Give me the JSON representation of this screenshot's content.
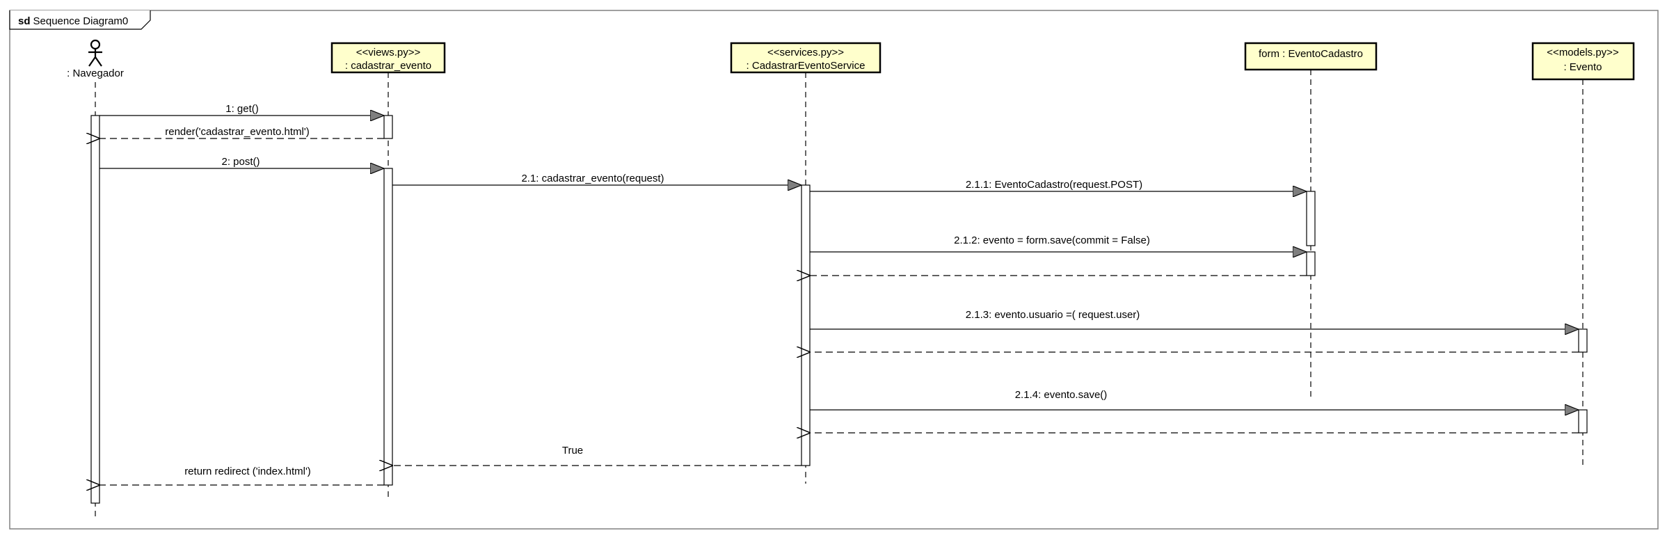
{
  "frame": {
    "keyword": "sd",
    "name": "Sequence Diagram0"
  },
  "actor": {
    "label": ": Navegador"
  },
  "participants": [
    {
      "id": "views",
      "stereotype": "<<views.py>>",
      "name": ": cadastrar_evento"
    },
    {
      "id": "services",
      "stereotype": "<<services.py>>",
      "name": ": CadastrarEventoService"
    },
    {
      "id": "form",
      "stereotype": "",
      "name": "form : EventoCadastro"
    },
    {
      "id": "models",
      "stereotype": "<<models.py>>",
      "name": ": Evento"
    }
  ],
  "messages": [
    {
      "label": "1: get()",
      "kind": "sync"
    },
    {
      "label": "render('cadastrar_evento.html')",
      "kind": "return"
    },
    {
      "label": "2: post()",
      "kind": "sync"
    },
    {
      "label": "2.1: cadastrar_evento(request)",
      "kind": "sync"
    },
    {
      "label": "2.1.1: EventoCadastro(request.POST)",
      "kind": "sync"
    },
    {
      "label": "2.1.2: evento = form.save(commit = False)",
      "kind": "sync"
    },
    {
      "label": "",
      "kind": "return"
    },
    {
      "label": "2.1.3: evento.usuario =( request.user)",
      "kind": "sync"
    },
    {
      "label": "",
      "kind": "return"
    },
    {
      "label": "2.1.4: evento.save()",
      "kind": "sync"
    },
    {
      "label": "",
      "kind": "return"
    },
    {
      "label": "True",
      "kind": "return"
    },
    {
      "label": "return redirect ('index.html')",
      "kind": "return"
    }
  ],
  "colors": {
    "box_fill": "#FFFFCC",
    "activation_fill": "#FFFFFF",
    "line": "#000000",
    "arrowhead_fill": "#7F7F7F"
  }
}
